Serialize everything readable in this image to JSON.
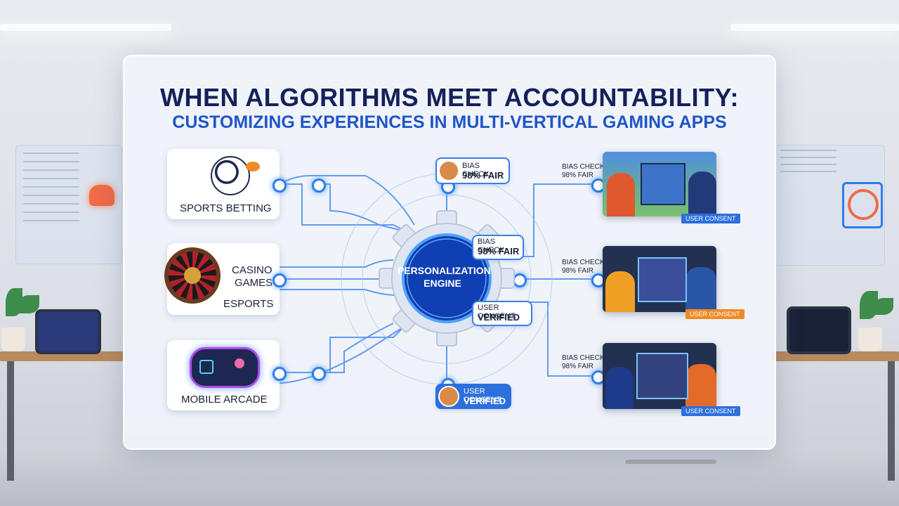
{
  "title": "WHEN ALGORITHMS MEET ACCOUNTABILITY:",
  "subtitle": "CUSTOMIZING EXPERIENCES IN MULTI-VERTICAL GAMING APPS",
  "verticals": {
    "sports": "SPORTS BETTING",
    "casino_line1": "CASINO",
    "casino_line2": "GAMES",
    "esports": "ESPORTS",
    "arcade": "MOBILE ARCADE"
  },
  "engine": {
    "line1": "PERSONALIZATION",
    "line2": "ENGINE"
  },
  "top_pill": {
    "line1": "BIAS CHECK:",
    "line2": "98% FAIR"
  },
  "engine_bias": {
    "line1": "BIAS CHECK:",
    "line2": "98% FAIR"
  },
  "engine_consent": {
    "line1": "USER CONSENT:",
    "line2": "VERIFIED"
  },
  "bottom_pill": {
    "line1": "USER CONSENT:",
    "line2": "VERIFIED"
  },
  "outputs": [
    {
      "bias": "BIAS CHECK:",
      "fair": "98% FAIR",
      "tag": "USER CONSENT"
    },
    {
      "bias": "BIAS CHECK:",
      "fair": "98% FAIR",
      "tag": "USER CONSENT"
    },
    {
      "bias": "BIAS CHECK:",
      "fair": "98% FAIR",
      "tag": "USER CONSENT"
    }
  ],
  "colors": {
    "navy": "#14215a",
    "blue": "#1f55c9",
    "accent": "#2f7dea",
    "orange": "#f08a24"
  },
  "icons": [
    "soccer-ball-icon",
    "roulette-wheel-icon",
    "gamepad-icon",
    "gear-icon",
    "avatar-icon"
  ]
}
